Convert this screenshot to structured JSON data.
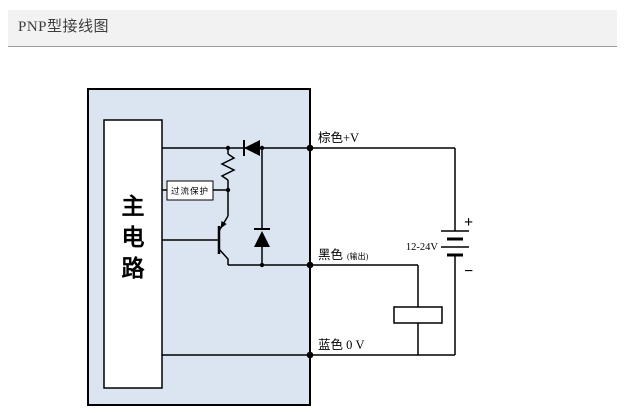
{
  "title": "PNP型接线图",
  "diagram": {
    "main_circuit": "主电路",
    "overcurrent_protection": "过流保护",
    "labels": {
      "brown": "棕色+V",
      "black": "黑色",
      "black_note": "(输出)",
      "blue": "蓝色 0 V",
      "voltage": "12-24V",
      "plus": "+",
      "minus": "−"
    },
    "colors": {
      "sensor_fill": "#dbe5f1",
      "line": "#000000",
      "titlebar_bg": "#f2f2f2",
      "box_fill": "#ffffff"
    }
  }
}
